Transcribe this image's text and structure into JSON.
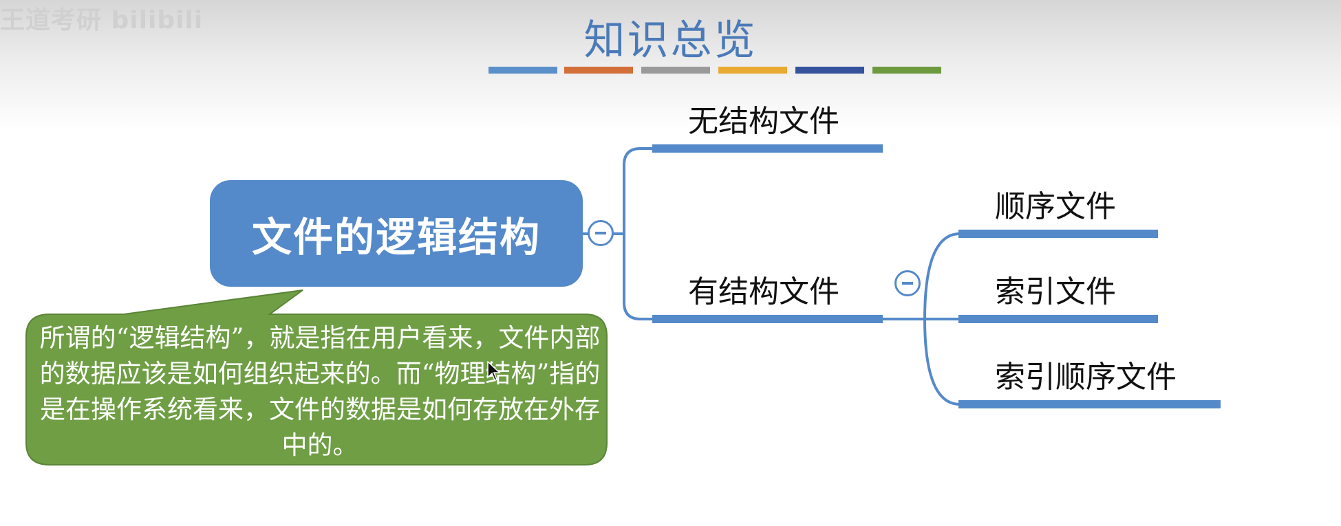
{
  "watermark": "王道考研 bilibili",
  "title": "知识总览",
  "palette": [
    "#5b8fc9",
    "#d3703a",
    "#9a9a9a",
    "#e9a933",
    "#35529c",
    "#6d9a3f"
  ],
  "mindmap": {
    "root": "文件的逻辑结构",
    "branches": [
      {
        "label": "无结构文件",
        "children": []
      },
      {
        "label": "有结构文件",
        "children": [
          "顺序文件",
          "索引文件",
          "索引顺序文件"
        ]
      }
    ]
  },
  "callout": {
    "text": "所谓的“逻辑结构”，就是指在用户看来，文件内部的数据应该是如何组织起来的。而“物理结构”指的是在操作系统看来，文件的数据是如何存放在外存中的。",
    "fill_color": "#6f9e45"
  },
  "colors": {
    "node": "#5489ca",
    "title": "#4a7ab8"
  }
}
